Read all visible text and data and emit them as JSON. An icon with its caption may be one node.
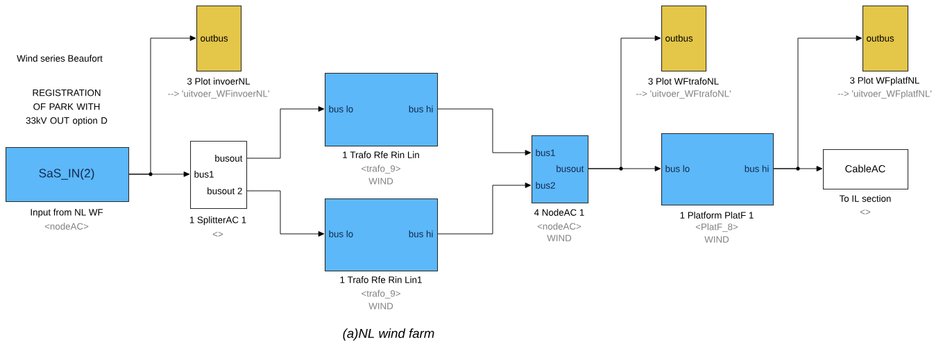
{
  "diagram": {
    "caption": "(a)NL wind farm",
    "nodes": [
      {
        "text": [
          "SaS_IN(2)"
        ],
        "beside": [
          "Input from NL WF",
          "<nodeAC>"
        ]
      },
      {
        "text": [
          "outbus"
        ],
        "beside": [
          "3 Plot invoerNL",
          "--> 'uitvoer_WFinvoerNL'"
        ]
      },
      {
        "text": [
          "busout",
          "bus1",
          "busout 2"
        ],
        "beside": [
          "1 SplitterAC 1",
          "<>"
        ]
      },
      {
        "text": [
          "bus lo",
          "bus hi"
        ],
        "beside": [
          "1 Trafo Rfe Rin Lin",
          "<trafo_9>",
          "WIND"
        ]
      },
      {
        "text": [
          "bus lo",
          "bus hi"
        ],
        "beside": [
          "1 Trafo Rfe Rin Lin1",
          "<trafo_9>",
          "WIND"
        ]
      },
      {
        "text": [
          "bus1",
          "busout",
          "bus2"
        ],
        "beside": [
          "4 NodeAC 1",
          "<nodeAC>",
          "WIND"
        ]
      },
      {
        "text": [
          "outbus"
        ],
        "beside": [
          "3 Plot WFtrafoNL",
          "--> 'uitvoer_WFtrafoNL'"
        ]
      },
      {
        "text": [
          "bus lo",
          "bus hi"
        ],
        "beside": [
          "1 Platform PlatF 1",
          "<PlatF_8>",
          "WIND"
        ]
      },
      {
        "text": [
          "outbus"
        ],
        "beside": [
          "3 Plot WFplatfNL",
          "--> 'uitvoer_WFplatfNL'"
        ]
      },
      {
        "text": [
          "CableAC"
        ],
        "beside": [
          "To IL section",
          "<>"
        ]
      }
    ],
    "edges": [
      {
        "from": 0,
        "to": 1,
        "arrow": "to"
      },
      {
        "from": 0,
        "to": 2,
        "arrow": "to"
      },
      {
        "from": 2,
        "to": 3,
        "arrow": "to"
      },
      {
        "from": 2,
        "to": 4,
        "arrow": "to"
      },
      {
        "from": 3,
        "to": 5,
        "arrow": "to"
      },
      {
        "from": 4,
        "to": 5,
        "arrow": "to"
      },
      {
        "from": 5,
        "to": 6,
        "arrow": "to"
      },
      {
        "from": 5,
        "to": 7,
        "arrow": "to"
      },
      {
        "from": 7,
        "to": 8,
        "arrow": "to"
      },
      {
        "from": 7,
        "to": 9,
        "arrow": "to"
      }
    ],
    "labels": [
      "Wind series Beaufort",
      "REGISTRATION OF PARK WITH 33kV OUT option D"
    ]
  }
}
